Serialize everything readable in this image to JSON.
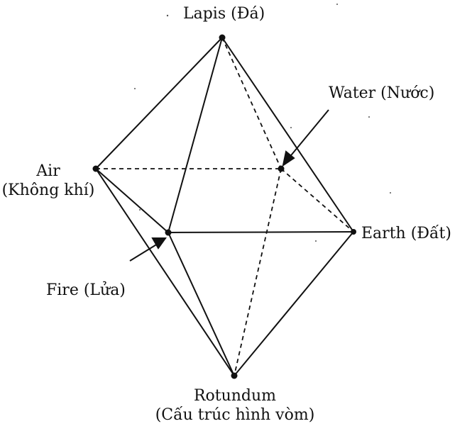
{
  "colors": {
    "ink": "#111111",
    "background": "#ffffff"
  },
  "labels": {
    "lapis": "Lapis (Đá)",
    "water": "Water (Nước)",
    "air_line1": "Air",
    "air_line2": "(Không khí)",
    "earth": "Earth (Đất)",
    "fire": "Fire (Lửa)",
    "rotundum_line1": "Rotundum",
    "rotundum_line2": "(Cấu trúc hình vòm)"
  }
}
